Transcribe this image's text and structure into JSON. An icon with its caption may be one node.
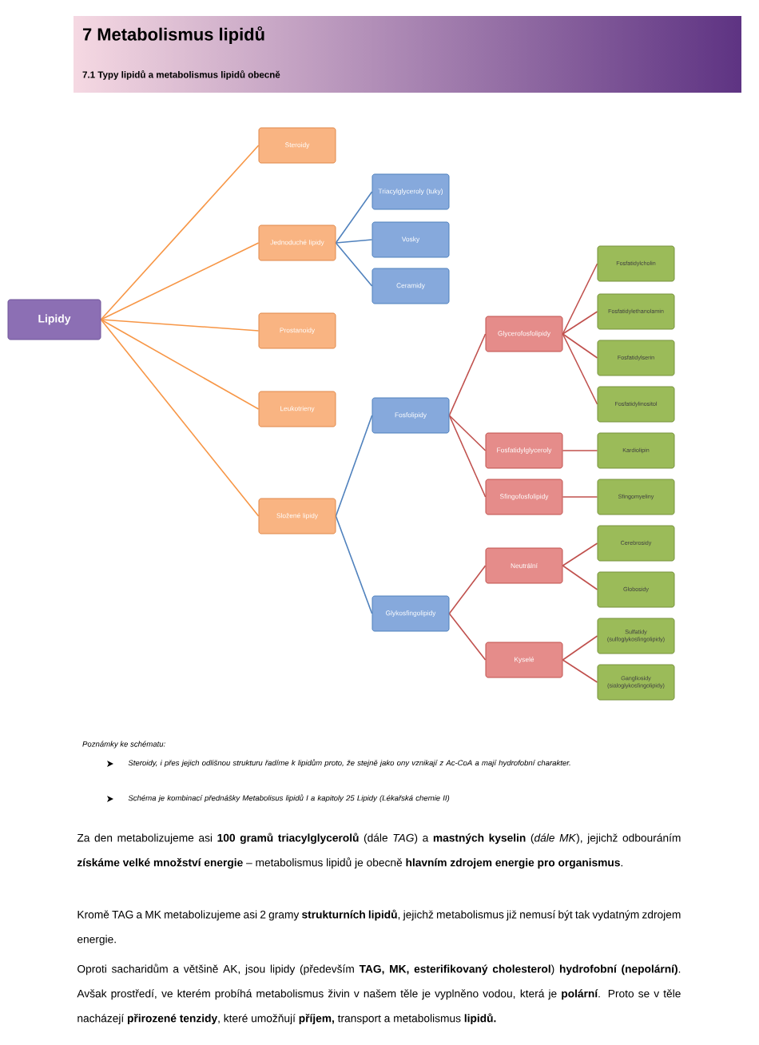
{
  "diagram": {
    "title": "7 Metabolismus lipidů",
    "nodes": [
      {
        "text": [
          "Lipidy"
        ]
      },
      {
        "text": [
          "Steroidy"
        ]
      },
      {
        "text": [
          "Jednoduché lipidy"
        ]
      },
      {
        "text": [
          "Prostanoidy"
        ]
      },
      {
        "text": [
          "Leukotrieny"
        ]
      },
      {
        "text": [
          "Složené lipidy"
        ]
      },
      {
        "text": [
          "Triacylglyceroly (tuky)"
        ]
      },
      {
        "text": [
          "Vosky"
        ]
      },
      {
        "text": [
          "Ceramidy"
        ]
      },
      {
        "text": [
          "Fosfolipidy"
        ]
      },
      {
        "text": [
          "Glykosfingolipidy"
        ]
      },
      {
        "text": [
          "Glycerofosfolipidy"
        ]
      },
      {
        "text": [
          "Fosfatidylglyceroly"
        ]
      },
      {
        "text": [
          "Sfingofosfolipidy"
        ]
      },
      {
        "text": [
          "Neutrální"
        ]
      },
      {
        "text": [
          "Kyselé"
        ]
      },
      {
        "text": [
          "Fosfatidylcholin"
        ]
      },
      {
        "text": [
          "Fosfatidylethanolamin"
        ]
      },
      {
        "text": [
          "Fosfatidylserin"
        ]
      },
      {
        "text": [
          "Fosfatidylinositol"
        ]
      },
      {
        "text": [
          "Kardiolipin"
        ]
      },
      {
        "text": [
          "Sfingomyeliny"
        ]
      },
      {
        "text": [
          "Cerebrosidy"
        ]
      },
      {
        "text": [
          "Globosidy"
        ]
      },
      {
        "text": [
          "Sulfatidy (sulfoglykosfingolipidy)"
        ]
      },
      {
        "text": [
          "Gangliosidy (sialoglykosfingolipidy)"
        ]
      }
    ],
    "edges": [
      {
        "from": 0,
        "to": 1,
        "arrow": "none",
        "color": "#f79646"
      },
      {
        "from": 0,
        "to": 2,
        "arrow": "none",
        "color": "#f79646"
      },
      {
        "from": 0,
        "to": 3,
        "arrow": "none",
        "color": "#f79646"
      },
      {
        "from": 0,
        "to": 4,
        "arrow": "none",
        "color": "#f79646"
      },
      {
        "from": 0,
        "to": 5,
        "arrow": "none",
        "color": "#f79646"
      },
      {
        "from": 2,
        "to": 6,
        "arrow": "none",
        "color": "#4f81bd"
      },
      {
        "from": 2,
        "to": 7,
        "arrow": "none",
        "color": "#4f81bd"
      },
      {
        "from": 2,
        "to": 8,
        "arrow": "none",
        "color": "#4f81bd"
      },
      {
        "from": 5,
        "to": 9,
        "arrow": "none",
        "color": "#4f81bd"
      },
      {
        "from": 5,
        "to": 10,
        "arrow": "none",
        "color": "#4f81bd"
      },
      {
        "from": 9,
        "to": 11,
        "arrow": "none"
      },
      {
        "from": 9,
        "to": 12,
        "arrow": "none"
      },
      {
        "from": 9,
        "to": 13,
        "arrow": "none"
      },
      {
        "from": 10,
        "to": 14,
        "arrow": "none"
      },
      {
        "from": 10,
        "to": 15,
        "arrow": "none"
      },
      {
        "from": 11,
        "to": 16,
        "arrow": "none"
      },
      {
        "from": 11,
        "to": 17,
        "arrow": "none"
      },
      {
        "from": 11,
        "to": 18,
        "arrow": "none"
      },
      {
        "from": 11,
        "to": 19,
        "arrow": "none"
      },
      {
        "from": 12,
        "to": 20,
        "arrow": "none"
      },
      {
        "from": 13,
        "to": 21,
        "arrow": "none"
      },
      {
        "from": 14,
        "to": 22,
        "arrow": "none"
      },
      {
        "from": 14,
        "to": 23,
        "arrow": "none"
      },
      {
        "from": 15,
        "to": 24,
        "arrow": "none"
      },
      {
        "from": 15,
        "to": 25,
        "arrow": "none"
      }
    ],
    "labels": [
      "7.1 Typy lipidů a metabolismus lipidů obecně",
      "Poznámky ke schématu:",
      "Steroidy, i přes jejich odlišnou strukturu řadíme k lipidům proto, že stejně jako ony vznikají z Ac-CoA a mají hydrofobní charakter.",
      "Schéma je kombinací přednášky Metabolisus lipidů I a kapitoly 25 Lipidy (Lékařská chemie II)",
      "Za den metabolizujeme asi **100 gramů triacylglycerolů** (dále *TAG*) a **mastných kyselin** (*dále MK*), jejichž odbouráním **získáme velké množství energie** – metabolismus lipidů je obecně **hlavním zdrojem energie pro organismus**.",
      "Kromě TAG a MK metabolizujeme asi 2 gramy **strukturních lipidů**, jejichž metabolismus již nemusí být tak vydatným zdrojem energie.",
      "Oproti sacharidům a většině AK, jsou lipidy (především **TAG, MK, esterifikovaný cholesterol**) **hydrofobní (nepolární)**. Avšak prostředí, ve kterém probíhá metabolismus živin v našem těle je vyplněno vodou, která je **polární**. Proto se v těle nacházejí **přirozené tenzidy**, které umožňují **příjem,** transport a metabolismus **lipidů.**"
    ]
  }
}
